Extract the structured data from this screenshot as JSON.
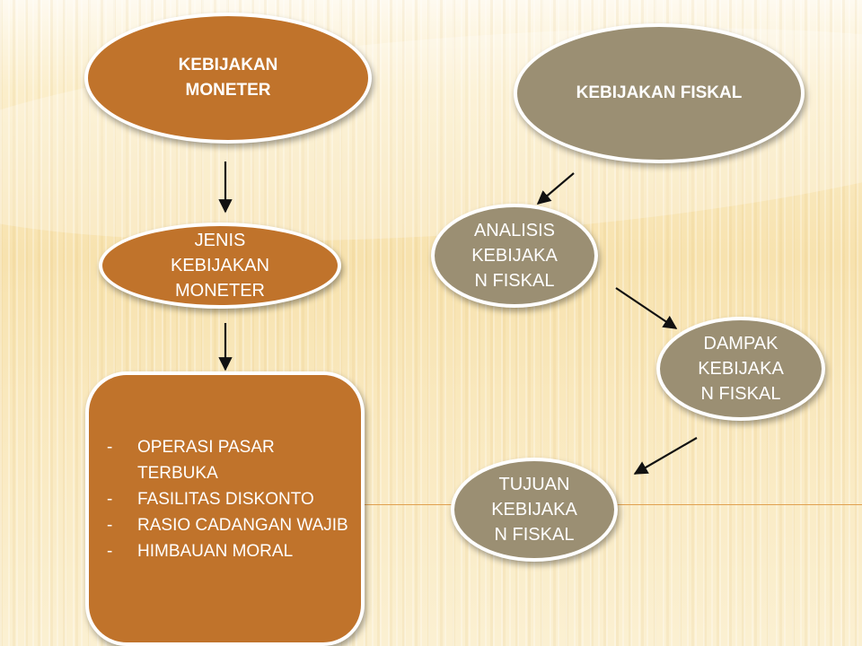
{
  "colors": {
    "monetary": "#c0732b",
    "fiscal": "#9b8f73",
    "divider": "#e0a050",
    "arrow": "#111111"
  },
  "nodes": {
    "kebijakan_moneter": "KEBIJAKAN MONETER",
    "jenis_kebijakan_moneter": "JENIS KEBIJAKAN MONETER",
    "kebijakan_fiskal": "KEBIJAKAN FISKAL",
    "analisis": "ANALISIS KEBIJAKA N FISKAL",
    "dampak": "DAMPAK KEBIJAKA N FISKAL",
    "tujuan": "TUJUAN KEBIJAKA N FISKAL"
  },
  "instruments": {
    "items": [
      "OPERASI PASAR TERBUKA",
      "FASILITAS DISKONTO",
      "RASIO CADANGAN WAJIB",
      "HIMBAUAN MORAL"
    ]
  }
}
